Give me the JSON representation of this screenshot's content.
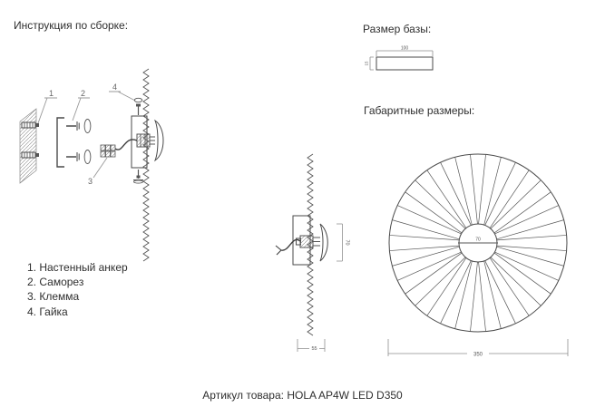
{
  "page": {
    "background": "#ffffff",
    "line_color": "#4a4a4a",
    "dim_color": "#8f8f8f",
    "text_color": "#2f2f2f"
  },
  "assembly": {
    "title": "Инструкция по сборке:",
    "callouts": {
      "c1": "1",
      "c2": "2",
      "c3": "3",
      "c4": "4"
    },
    "parts": [
      "1. Настенный анкер",
      "2. Саморез",
      "3. Клемма",
      "4. Гайка"
    ]
  },
  "base_size": {
    "title": "Размер базы:",
    "width": "100",
    "height": "15"
  },
  "overall": {
    "title": "Габаритные размеры:",
    "side_height": "70",
    "side_depth": "55",
    "hub_diameter": "70",
    "shade_diameter": "350"
  },
  "footer": {
    "article": "Артикул товара: HOLA AP4W LED D350"
  }
}
